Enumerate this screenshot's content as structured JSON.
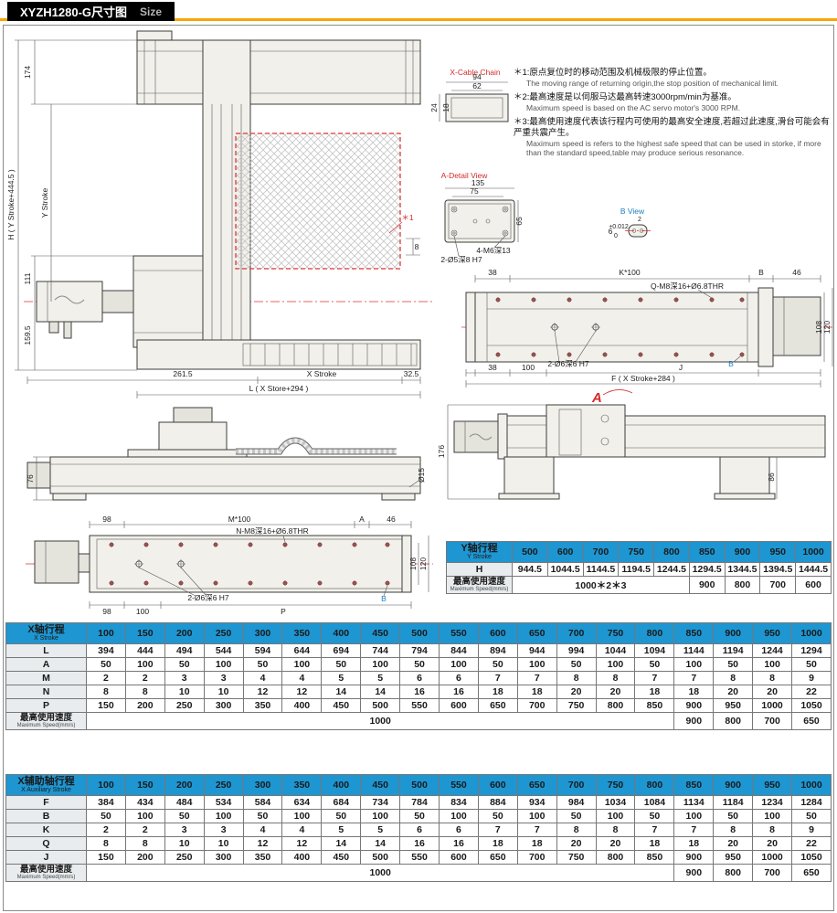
{
  "header": {
    "title": "XYZH1280-G尺寸图",
    "subtitle": "Size"
  },
  "colors": {
    "accent_orange": "#f7a600",
    "table_blue": "#1e96d2",
    "mark_red": "#d42a2a",
    "mark_blue": "#1a7ec0"
  },
  "notes": {
    "n1": {
      "zh": "＊1:原点复位时的移动范围及机械极限的停止位置。",
      "en": "The moving range of returning origin,the stop position of mechanical limit."
    },
    "n2": {
      "zh": "＊2:最高速度是以伺服马达最高转速3000rpm/min为基准。",
      "en": "Maximum speed is based on the AC servo motor's 3000 RPM."
    },
    "n3": {
      "zh": "＊3:最高使用速度代表该行程内可使用的最高安全速度,若超过此速度,滑台可能会有严重共震产生。",
      "en": "Maximum speed is refers to the highest safe speed that can be used in storke, if more than the standard speed,table may produce serious resonance."
    }
  },
  "dw": {
    "front": {
      "d174": "174",
      "h": "H ( Y Stroke+444.5 )",
      "ys": "Y Stroke",
      "d111": "111",
      "d159": "159.5",
      "d261": "261.5",
      "xs": "X Stroke",
      "d32": "32.5",
      "l": "L ( X Store+294 )",
      "s1": "＊1",
      "d8": "8"
    },
    "chain": {
      "t": "X-Cable Chain",
      "d94": "94",
      "d62": "62",
      "d24": "24",
      "d18": "18"
    },
    "ad": {
      "t": "A-Detail View",
      "d135": "135",
      "d75": "75",
      "d65": "65",
      "m6": "4-M6深13",
      "h7": "2-Ø5深8 H7"
    },
    "bv": {
      "t": "B View",
      "d2": "2",
      "d6": "6",
      "tp": "+0.012",
      "tz": "0"
    },
    "top": {
      "d38a": "38",
      "k": "K*100",
      "b1": "B",
      "d46": "46",
      "q": "Q-M8深16+Ø6.8THR",
      "d108": "108",
      "d120": "120",
      "d38b": "38",
      "d100": "100",
      "h7": "2-Ø6深6 H7",
      "j": "J",
      "f": "F ( X Stroke+284 )",
      "b2": "B",
      "a": "A"
    },
    "side": {
      "d76": "76",
      "d15": "Ø15"
    },
    "rside": {
      "d176": "176",
      "d86": "86"
    },
    "aux": {
      "d98a": "98",
      "m": "M*100",
      "a": "A",
      "d46": "46",
      "n": "N-M8深16+Ø6.8THR",
      "d108": "108",
      "d120": "120",
      "d98b": "98",
      "d100": "100",
      "h7": "2-Ø6深6 H7",
      "p": "P",
      "b": "B"
    }
  },
  "tables": {
    "y": {
      "label_w": 72,
      "title_zh": "Y轴行程",
      "title_en": "Y Stroke",
      "strokes": [
        "500",
        "600",
        "700",
        "750",
        "800",
        "850",
        "900",
        "950",
        "1000"
      ],
      "rows": [
        {
          "label": "H",
          "values": [
            "944.5",
            "1044.5",
            "1144.5",
            "1194.5",
            "1244.5",
            "1294.5",
            "1344.5",
            "1394.5",
            "1444.5"
          ]
        }
      ],
      "speed_zh": "最高使用速度",
      "speed_en": "Maximum Speed(mm/s)",
      "speed_main": "1000＊2＊3",
      "speed_span": 5,
      "speed_rest": [
        "900",
        "800",
        "700",
        "600"
      ]
    },
    "x": {
      "label_w": 88,
      "title_zh": "X轴行程",
      "title_en": "X Stroke",
      "strokes": [
        "100",
        "150",
        "200",
        "250",
        "300",
        "350",
        "400",
        "450",
        "500",
        "550",
        "600",
        "650",
        "700",
        "750",
        "800",
        "850",
        "900",
        "950",
        "1000"
      ],
      "rows": [
        {
          "label": "L",
          "values": [
            "394",
            "444",
            "494",
            "544",
            "594",
            "644",
            "694",
            "744",
            "794",
            "844",
            "894",
            "944",
            "994",
            "1044",
            "1094",
            "1144",
            "1194",
            "1244",
            "1294"
          ]
        },
        {
          "label": "A",
          "values": [
            "50",
            "100",
            "50",
            "100",
            "50",
            "100",
            "50",
            "100",
            "50",
            "100",
            "50",
            "100",
            "50",
            "100",
            "50",
            "100",
            "50",
            "100",
            "50"
          ]
        },
        {
          "label": "M",
          "values": [
            "2",
            "2",
            "3",
            "3",
            "4",
            "4",
            "5",
            "5",
            "6",
            "6",
            "7",
            "7",
            "8",
            "8",
            "7",
            "7",
            "8",
            "8",
            "9"
          ]
        },
        {
          "label": "N",
          "values": [
            "8",
            "8",
            "10",
            "10",
            "12",
            "12",
            "14",
            "14",
            "16",
            "16",
            "18",
            "18",
            "20",
            "20",
            "18",
            "18",
            "20",
            "20",
            "22"
          ]
        },
        {
          "label": "P",
          "values": [
            "150",
            "200",
            "250",
            "300",
            "350",
            "400",
            "450",
            "500",
            "550",
            "600",
            "650",
            "700",
            "750",
            "800",
            "850",
            "900",
            "950",
            "1000",
            "1050"
          ]
        }
      ],
      "speed_zh": "最高使用速度",
      "speed_en": "Maximum Speed(mm/s)",
      "speed_main": "1000",
      "speed_span": 15,
      "speed_rest": [
        "900",
        "800",
        "700",
        "650"
      ]
    },
    "xa": {
      "label_w": 88,
      "title_zh": "X辅助轴行程",
      "title_en": "X Auxiliary Stroke",
      "strokes": [
        "100",
        "150",
        "200",
        "250",
        "300",
        "350",
        "400",
        "450",
        "500",
        "550",
        "600",
        "650",
        "700",
        "750",
        "800",
        "850",
        "900",
        "950",
        "1000"
      ],
      "rows": [
        {
          "label": "F",
          "values": [
            "384",
            "434",
            "484",
            "534",
            "584",
            "634",
            "684",
            "734",
            "784",
            "834",
            "884",
            "934",
            "984",
            "1034",
            "1084",
            "1134",
            "1184",
            "1234",
            "1284"
          ]
        },
        {
          "label": "B",
          "values": [
            "50",
            "100",
            "50",
            "100",
            "50",
            "100",
            "50",
            "100",
            "50",
            "100",
            "50",
            "100",
            "50",
            "100",
            "50",
            "100",
            "50",
            "100",
            "50"
          ]
        },
        {
          "label": "K",
          "values": [
            "2",
            "2",
            "3",
            "3",
            "4",
            "4",
            "5",
            "5",
            "6",
            "6",
            "7",
            "7",
            "8",
            "8",
            "7",
            "7",
            "8",
            "8",
            "9"
          ]
        },
        {
          "label": "Q",
          "values": [
            "8",
            "8",
            "10",
            "10",
            "12",
            "12",
            "14",
            "14",
            "16",
            "16",
            "18",
            "18",
            "20",
            "20",
            "18",
            "18",
            "20",
            "20",
            "22"
          ]
        },
        {
          "label": "J",
          "values": [
            "150",
            "200",
            "250",
            "300",
            "350",
            "400",
            "450",
            "500",
            "550",
            "600",
            "650",
            "700",
            "750",
            "800",
            "850",
            "900",
            "950",
            "1000",
            "1050"
          ]
        }
      ],
      "speed_zh": "最高使用速度",
      "speed_en": "Maximum Speed(mm/s)",
      "speed_main": "1000",
      "speed_span": 15,
      "speed_rest": [
        "900",
        "800",
        "700",
        "650"
      ]
    }
  }
}
